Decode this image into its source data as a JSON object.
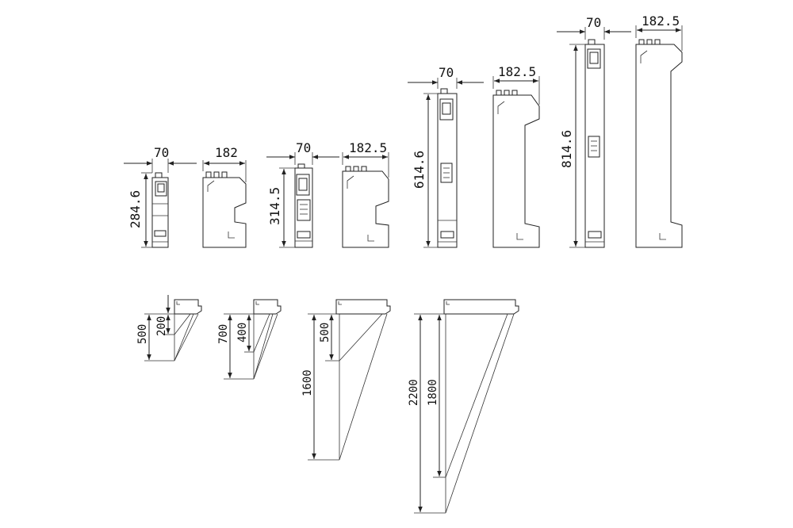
{
  "drawing": {
    "units": {
      "u1": {
        "front_width": "70",
        "side_depth": "182",
        "height": "284.6"
      },
      "u2": {
        "front_width": "70",
        "side_depth": "182.5",
        "height": "314.5"
      },
      "u3": {
        "front_width": "70",
        "side_depth": "182.5",
        "height": "614.6"
      },
      "u4": {
        "front_width": "70",
        "side_depth": "182.5",
        "height": "814.6"
      }
    },
    "profiles": {
      "p1": {
        "outer": "500",
        "inner": "200"
      },
      "p2": {
        "outer": "700",
        "inner": "400"
      },
      "p3": {
        "outer": "1600",
        "inner": "500"
      },
      "p4": {
        "outer": "2200",
        "inner": "1800"
      }
    }
  }
}
